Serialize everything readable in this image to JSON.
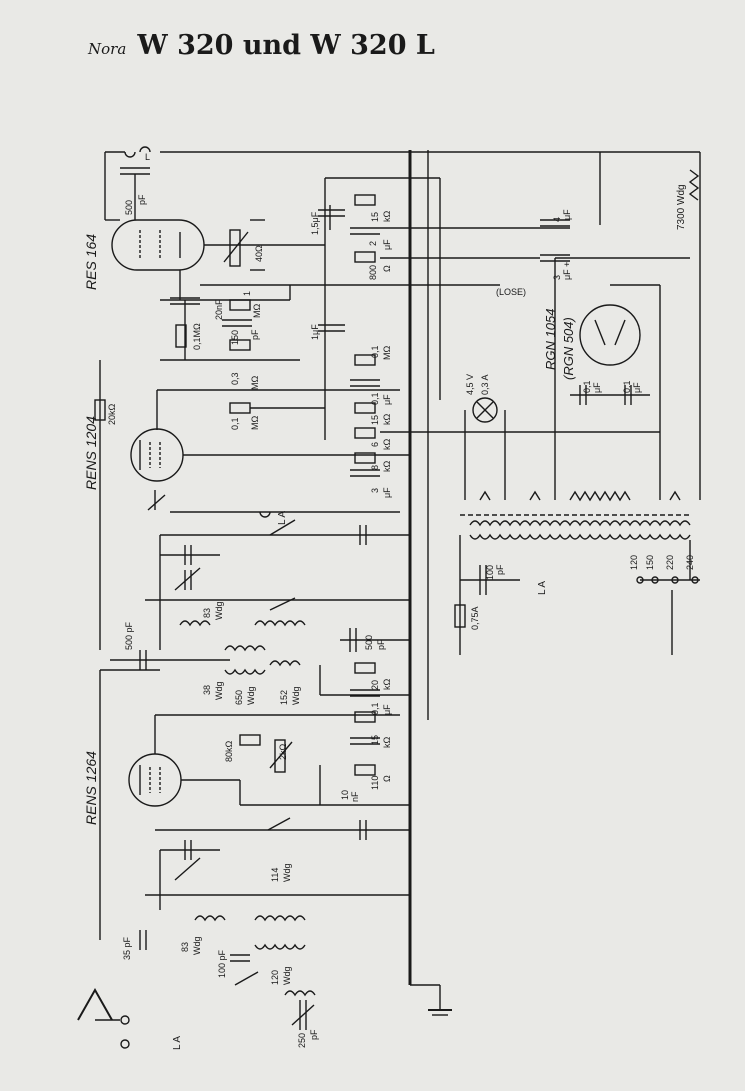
{
  "title": {
    "brand": "Nora",
    "model": "W 320 und W 320 L"
  },
  "tubes": {
    "t1": "RES 164",
    "t2": "RENS 1204",
    "t3": "RENS 1264"
  },
  "rect": {
    "main": "RGN 1054",
    "alt": "(RGN 504)"
  },
  "labels": {
    "l_top": "L",
    "c500_v": "500",
    "c500_u": "pF",
    "c20": "20nF",
    "r01": "0,1MΩ",
    "r1": "1",
    "r1u": "MΩ",
    "c150": "150",
    "c150u": "pF",
    "r03": "0,3",
    "r03u": "MΩ",
    "c15": "1,5μF",
    "c1": "1μF",
    "pot40": "40Ω",
    "r15": "15",
    "r15u": "kΩ",
    "c2": "2",
    "c2u": "μF",
    "r800": "800",
    "r800u": "Ω",
    "rtop01": "0,1",
    "rtop01u": "MΩ",
    "c4": "4",
    "c4u": "μF",
    "c3": "3",
    "c3u": "μF +",
    "ldg": "7300 Wdg",
    "lose": "(LOSE)",
    "r20k": "20kΩ",
    "r01b": "0,1",
    "r01bu": "MΩ",
    "rstack1": "0,1",
    "rstack1u": "μF",
    "rstack2": "15",
    "rstack2u": "kΩ",
    "rstack3": "6",
    "rstack3u": "kΩ",
    "rstack4": "8",
    "rstack4u": "kΩ",
    "c3b": "3",
    "c3bu": "μF",
    "lamp": "4,5 V",
    "lamp2": "0,3 A",
    "cap01a": "0,1",
    "cap01au": "μF",
    "cap01b": "0,1",
    "cap01bu": "μF",
    "la1": "L A",
    "la2": "L A",
    "la3": "L A",
    "c100": "100",
    "c100u": "pF",
    "fuse": "0,75A",
    "v120": "120",
    "v150": "150",
    "v220": "220",
    "v240": "240",
    "wdg83a": "83",
    "wdg83au": "Wdg",
    "c500b": "500 pF",
    "wdg38": "38",
    "wdg38u": "Wdg",
    "wdg650": "650",
    "wdg650u": "Wdg",
    "wdg152": "152",
    "wdg152u": "Wdg",
    "cvar500": "500",
    "cvar500u": "pF",
    "r20": "20",
    "r20u": "kΩ",
    "c01c": "0,1",
    "c01cu": "μF",
    "r15b": "15",
    "r15bu": "kΩ",
    "r80k": "80kΩ",
    "pot2k": "2kΩ",
    "r110": "110",
    "r110u": "Ω",
    "c10": "10",
    "c10u": "nF",
    "c35": "35 pF",
    "wdg83b": "83",
    "wdg83bu": "Wdg",
    "c100b": "100 pF",
    "wdg114": "114",
    "wdg114u": "Wdg",
    "wdg120": "120",
    "wdg120u": "Wdg",
    "c250": "250",
    "c250u": "pF"
  }
}
